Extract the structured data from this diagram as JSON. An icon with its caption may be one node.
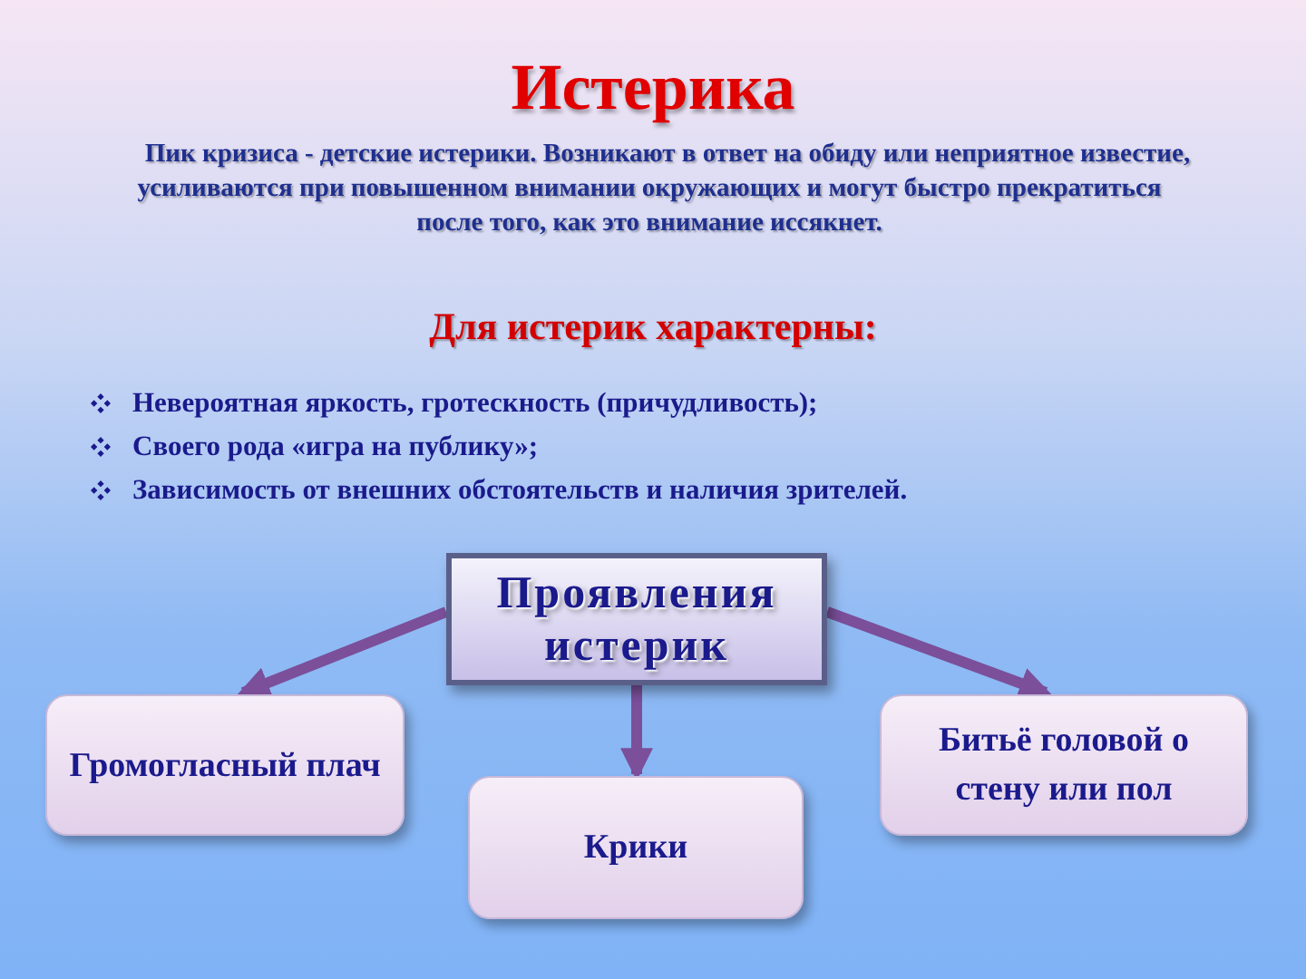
{
  "diagram": {
    "title": "Истерика",
    "nodes": [
      {
        "text": [
          "Проявления истерик"
        ]
      },
      {
        "text": [
          "Громогласный плач"
        ]
      },
      {
        "text": [
          "Крики"
        ]
      },
      {
        "text": [
          "Битьё головой о стену или пол"
        ]
      }
    ],
    "edges": [
      {
        "from": 0,
        "to": 1,
        "arrow": "to"
      },
      {
        "from": 0,
        "to": 2,
        "arrow": "to"
      },
      {
        "from": 0,
        "to": 3,
        "arrow": "to"
      }
    ],
    "labels": [
      "Пик кризиса - детские истерики. Возникают в ответ на обиду или неприятное известие, усиливаются при повышенном внимании окружающих и могут быстро прекратиться после того, как это внимание иссякнет.",
      "Для истерик характерны:",
      "Невероятная яркость, гротескность (причудливость);",
      "Своего рода «игра на публику»;",
      "Зависимость от внешних обстоятельств и наличия зрителей."
    ]
  }
}
